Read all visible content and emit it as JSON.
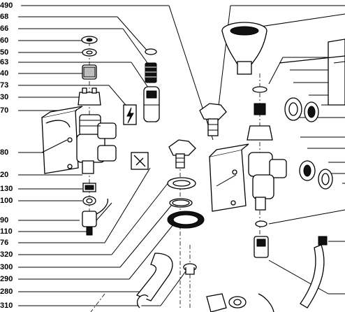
{
  "diagram": {
    "callouts": [
      {
        "id": "c490",
        "text": "490"
      },
      {
        "id": "c68",
        "text": "68"
      },
      {
        "id": "c66",
        "text": "66"
      },
      {
        "id": "c60",
        "text": "60"
      },
      {
        "id": "c50",
        "text": "50"
      },
      {
        "id": "c63",
        "text": "63"
      },
      {
        "id": "c40",
        "text": "40"
      },
      {
        "id": "c73",
        "text": "73"
      },
      {
        "id": "c30",
        "text": "30"
      },
      {
        "id": "c70",
        "text": "70"
      },
      {
        "id": "c80",
        "text": "80"
      },
      {
        "id": "c20",
        "text": "20"
      },
      {
        "id": "c130",
        "text": "130"
      },
      {
        "id": "c100",
        "text": "100"
      },
      {
        "id": "c90",
        "text": "90"
      },
      {
        "id": "c110",
        "text": "110"
      },
      {
        "id": "c76",
        "text": "76"
      },
      {
        "id": "c320",
        "text": "320"
      },
      {
        "id": "c300",
        "text": "300"
      },
      {
        "id": "c290",
        "text": "290"
      },
      {
        "id": "c280",
        "text": "280"
      },
      {
        "id": "c310",
        "text": "310"
      }
    ]
  }
}
